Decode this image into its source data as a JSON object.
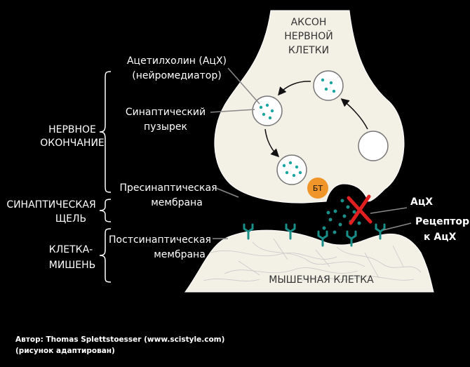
{
  "colors": {
    "background": "#000000",
    "cell_fill": "#f3f0e6",
    "vesicle_dot": "#1aa5a0",
    "neurotransmitter": "#1a8f8a",
    "receptor": "#1a8f8a",
    "transporter": "#f0952a",
    "block_mark": "#e02020",
    "label_text": "#ffffff"
  },
  "axon": {
    "line1": "АКСОН",
    "line2": "НЕРВНОЙ",
    "line3": "КЛЕТКИ"
  },
  "muscle": {
    "label": "МЫШЕЧНАЯ КЛЕТКА"
  },
  "transporter_label": "БТ",
  "left_labels": {
    "nerve_ending_1": "НЕРВНОЕ",
    "nerve_ending_2": "ОКОНЧАНИЕ",
    "cleft_1": "СИНАПТИЧЕСКАЯ",
    "cleft_2": "ЩЕЛЬ",
    "target_1": "КЛЕТКА-",
    "target_2": "МИШЕНЬ"
  },
  "callouts": {
    "ach_1": "Ацетилхолин (АцХ)",
    "ach_2": "(нейромедиатор)",
    "vesicle_1": "Синаптический",
    "vesicle_2": "пузырек",
    "presyn_1": "Пресинаптическая",
    "presyn_2": "мембрана",
    "postsyn_1": "Постсинаптическая",
    "postsyn_2": "мембрана"
  },
  "right_labels": {
    "ach": "АцХ",
    "receptor_1": "Рецептор",
    "receptor_2": "к АцХ"
  },
  "credit": {
    "line1": "Автор: Thomas Splettstoesser (www.scistyle.com)",
    "line2": "(рисунок адаптирован)"
  }
}
